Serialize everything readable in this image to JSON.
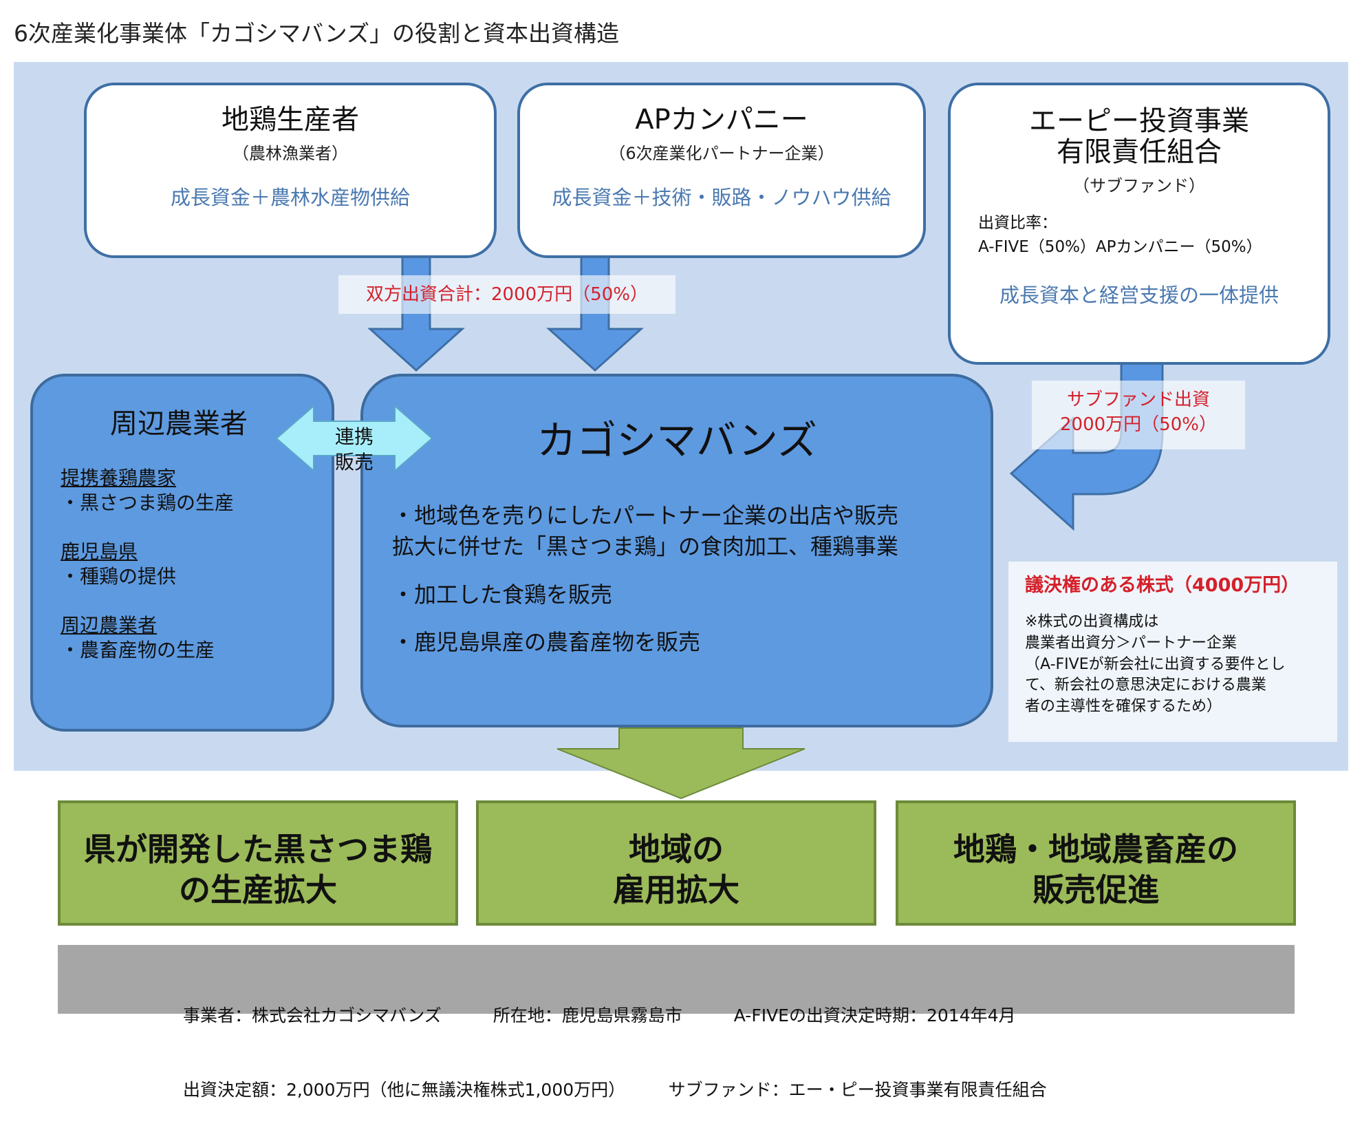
{
  "title": "6次産業化事業体「カゴシマバンズ」の役割と資本出資構造",
  "producer": {
    "name": "地鶏生産者",
    "sub": "（農林漁業者）",
    "role": "成長資金＋農林水産物供給"
  },
  "ap_company": {
    "name": "APカンパニー",
    "sub": "（6次産業化パートナー企業）",
    "role": "成長資金＋技術・販路・ノウハウ供給"
  },
  "fund": {
    "name_line1": "エーピー投資事業",
    "name_line2": "有限責任組合",
    "sub": "（サブファンド）",
    "ratio_label": "出資比率：",
    "ratio_detail": "A-FIVE（50%）APカンパニー（50%）",
    "role": "成長資本と経営支援の一体提供"
  },
  "joint_investment": "双方出資合計：2000万円（50%）",
  "subfund_investment": {
    "line1": "サブファンド出資",
    "line2": "2000万円（50%）"
  },
  "neighbors": {
    "title": "周辺農業者",
    "groups": [
      {
        "heading": "提携養鶏農家",
        "detail": "・黒さつま鶏の生産"
      },
      {
        "heading": "鹿児島県",
        "detail": "・種鶏の提供"
      },
      {
        "heading": "周辺農業者",
        "detail": "・農畜産物の生産"
      }
    ]
  },
  "link_label": {
    "line1": "連携",
    "line2": "販売"
  },
  "main": {
    "title": "カゴシマバンズ",
    "items": [
      {
        "line1": "・地域色を売りにしたパートナー企業の出店や販売",
        "line2": "拡大に併せた「黒さつま鶏」の食肉加工、種鶏事業"
      },
      {
        "line1": "・加工した食鶏を販売",
        "line2": ""
      },
      {
        "line1": "・鹿児島県産の農畜産物を販売",
        "line2": ""
      }
    ]
  },
  "voting": {
    "title": "議決権のある株式（4000万円）",
    "notes": [
      "※株式の出資構成は",
      "農業者出資分＞パートナー企業",
      "（A-FIVEが新会社に出資する要件とし",
      "て、新会社の意思決定における農業",
      "者の主導性を確保するため）"
    ]
  },
  "outcomes": [
    {
      "line1": "県が開発した黒さつま鶏",
      "line2": "の生産拡大"
    },
    {
      "line1": "地域の",
      "line2": "雇用拡大"
    },
    {
      "line1": "地鶏・地域農畜産の",
      "line2": "販売促進"
    }
  ],
  "footer": {
    "line1": "事業者：株式会社カゴシマバンズ　　　所在地：鹿児島県霧島市　　　A-FIVEの出資決定時期：2014年4月",
    "line2": "出資決定額：2,000万円（他に無議決権株式1,000万円）　　　サブファンド：エー・ピー投資事業有限責任組合"
  },
  "colors": {
    "panel": "#c9daf0",
    "box_blue": "#5e9ae0",
    "arrow_blue": "#5a97e3",
    "link_arrow": "#a8eefa",
    "green": "#9bba59",
    "red_text": "#d4202a",
    "accent_text": "#4a79b0"
  }
}
